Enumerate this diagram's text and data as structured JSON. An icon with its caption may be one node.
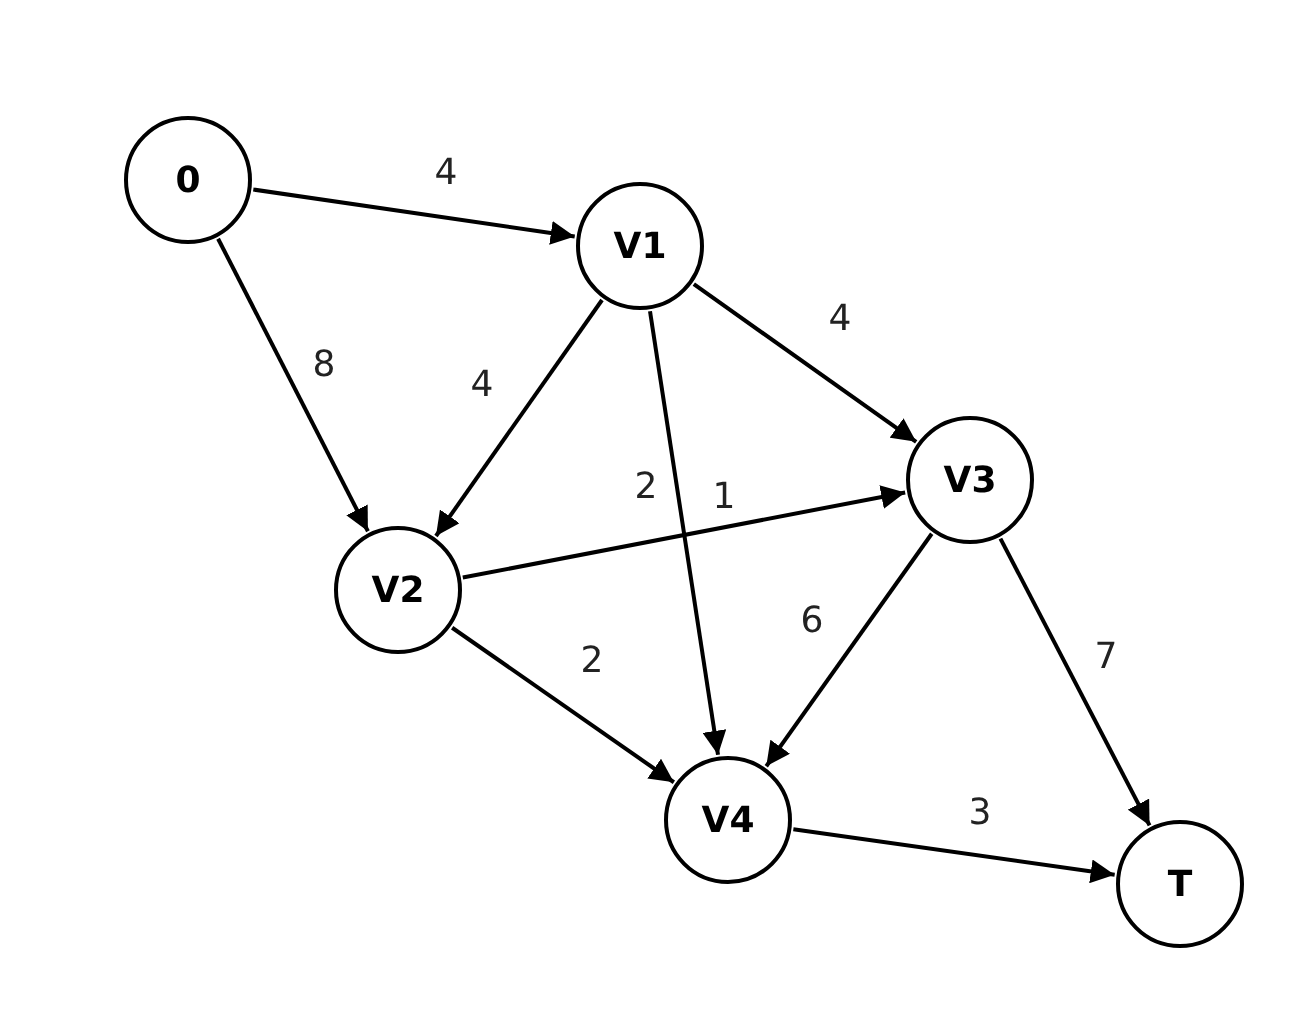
{
  "diagram": {
    "nodes": [
      {
        "text": [
          "0"
        ]
      },
      {
        "text": [
          "V1"
        ]
      },
      {
        "text": [
          "V2"
        ]
      },
      {
        "text": [
          "V3"
        ]
      },
      {
        "text": [
          "V4"
        ]
      },
      {
        "text": [
          "T"
        ]
      }
    ],
    "edges": [
      {
        "from": 0,
        "to": 1,
        "arrow": "to",
        "label": "4"
      },
      {
        "from": 0,
        "to": 2,
        "arrow": "to",
        "label": "8"
      },
      {
        "from": 1,
        "to": 2,
        "arrow": "to",
        "label": "4"
      },
      {
        "from": 1,
        "to": 3,
        "arrow": "to",
        "label": "4"
      },
      {
        "from": 1,
        "to": 4,
        "arrow": "to",
        "label": "2"
      },
      {
        "from": 2,
        "to": 3,
        "arrow": "to",
        "label": "1"
      },
      {
        "from": 2,
        "to": 4,
        "arrow": "to",
        "label": "2"
      },
      {
        "from": 3,
        "to": 4,
        "arrow": "to",
        "label": "6"
      },
      {
        "from": 3,
        "to": 5,
        "arrow": "to",
        "label": "7"
      },
      {
        "from": 4,
        "to": 5,
        "arrow": "to",
        "label": "3"
      }
    ]
  }
}
